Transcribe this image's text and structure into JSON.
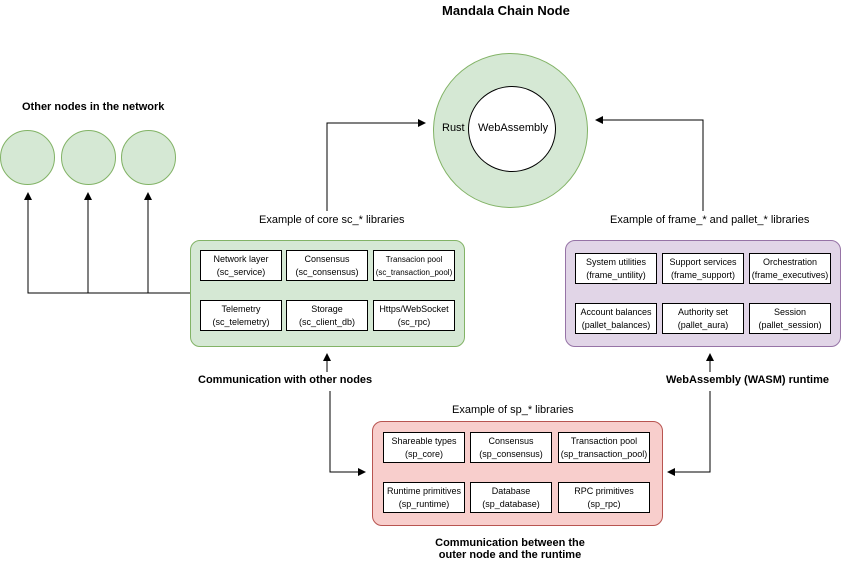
{
  "title": "Mandala Chain Node",
  "network": {
    "heading": "Other nodes in the network"
  },
  "node_core": {
    "outer_label": "Rust",
    "inner_label": "WebAssembly"
  },
  "sc": {
    "caption": "Example of core sc_* libraries",
    "boxes": [
      {
        "name": "Network layer",
        "lib": "(sc_service)"
      },
      {
        "name": "Consensus",
        "lib": "(sc_consensus)"
      },
      {
        "name": "Transacion pool",
        "lib": "(sc_transaction_pool)"
      },
      {
        "name": "Telemetry",
        "lib": "(sc_telemetry)"
      },
      {
        "name": "Storage",
        "lib": "(sc_client_db)"
      },
      {
        "name": "Https/WebSocket",
        "lib": "(sc_rpc)"
      }
    ]
  },
  "frame": {
    "caption": "Example of frame_* and pallet_* libraries",
    "boxes": [
      {
        "name": "System utilities",
        "lib": "(frame_untility)"
      },
      {
        "name": "Support services",
        "lib": "(frame_support)"
      },
      {
        "name": "Orchestration",
        "lib": "(frame_executives)"
      },
      {
        "name": "Account balances",
        "lib": "(pallet_balances)"
      },
      {
        "name": "Authority set",
        "lib": "(pallet_aura)"
      },
      {
        "name": "Session",
        "lib": "(pallet_session)"
      }
    ]
  },
  "sp": {
    "caption": "Example of sp_* libraries",
    "boxes": [
      {
        "name": "Shareable types",
        "lib": "(sp_core)"
      },
      {
        "name": "Consensus",
        "lib": "(sp_consensus)"
      },
      {
        "name": "Transaction pool",
        "lib": "(sp_transaction_pool)"
      },
      {
        "name": "Runtime primitives",
        "lib": "(sp_runtime)"
      },
      {
        "name": "Database",
        "lib": "(sp_database)"
      },
      {
        "name": "RPC primitives",
        "lib": "(sp_rpc)"
      }
    ]
  },
  "labels": {
    "comm_nodes": "Communication with other nodes",
    "wasm_runtime": "WebAssembly (WASM) runtime",
    "comm_outer_line1": "Communication between the",
    "comm_outer_line2": "outer node and the runtime"
  },
  "colors": {
    "green_fill": "#d5e8d4",
    "green_stroke": "#82b366",
    "purple_fill": "#e1d5e7",
    "purple_stroke": "#9673a6",
    "red_fill": "#f8cecc",
    "red_stroke": "#b85450"
  }
}
